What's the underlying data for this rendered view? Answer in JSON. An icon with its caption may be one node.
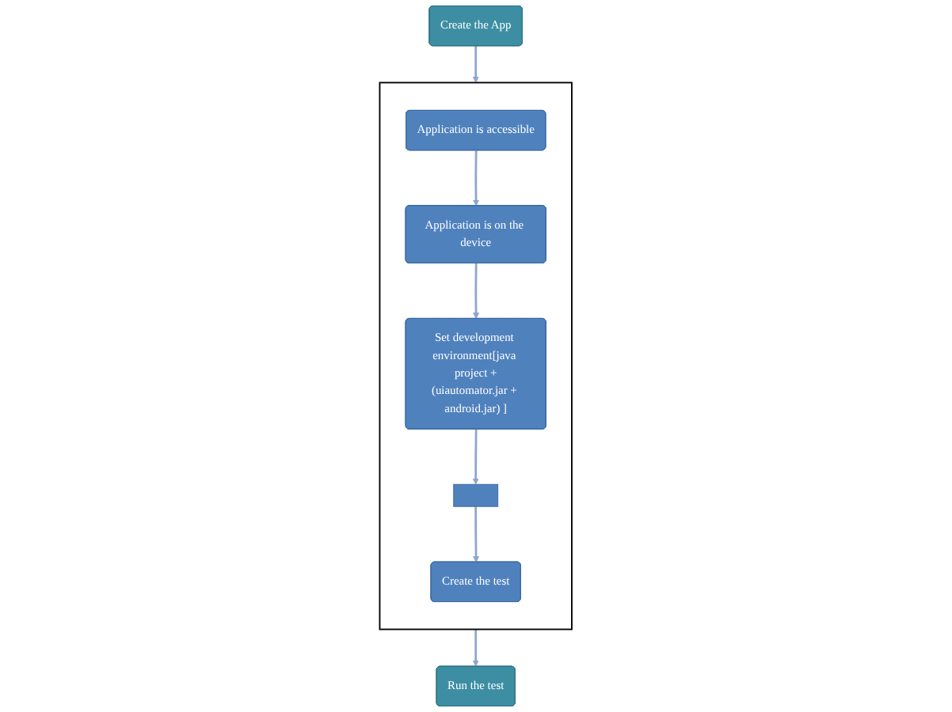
{
  "diagram": {
    "nodes": [
      {
        "text": [
          "Create the App"
        ]
      },
      {
        "text": [],
        "shape": "box"
      },
      {
        "text": [
          "Application is accessible"
        ],
        "in": 1
      },
      {
        "text": [
          "Application is on the device"
        ],
        "in": 1
      },
      {
        "text": [
          "Set development environment[java project +(uiautomator.jar + android.jar) ]"
        ],
        "in": 1
      },
      {
        "text": [],
        "shape": "box",
        "in": 1
      },
      {
        "text": [
          "Create the test"
        ],
        "in": 1
      },
      {
        "text": [
          "Run the test"
        ]
      }
    ],
    "edges": [
      {
        "from": 0,
        "to": 1,
        "arrow": "to"
      },
      {
        "from": 2,
        "to": 3,
        "arrow": "to"
      },
      {
        "from": 3,
        "to": 4,
        "arrow": "to"
      },
      {
        "from": 4,
        "to": 5,
        "arrow": "to"
      },
      {
        "from": 5,
        "to": 6,
        "arrow": "to"
      },
      {
        "from": 1,
        "to": 7,
        "arrow": "to"
      }
    ]
  }
}
